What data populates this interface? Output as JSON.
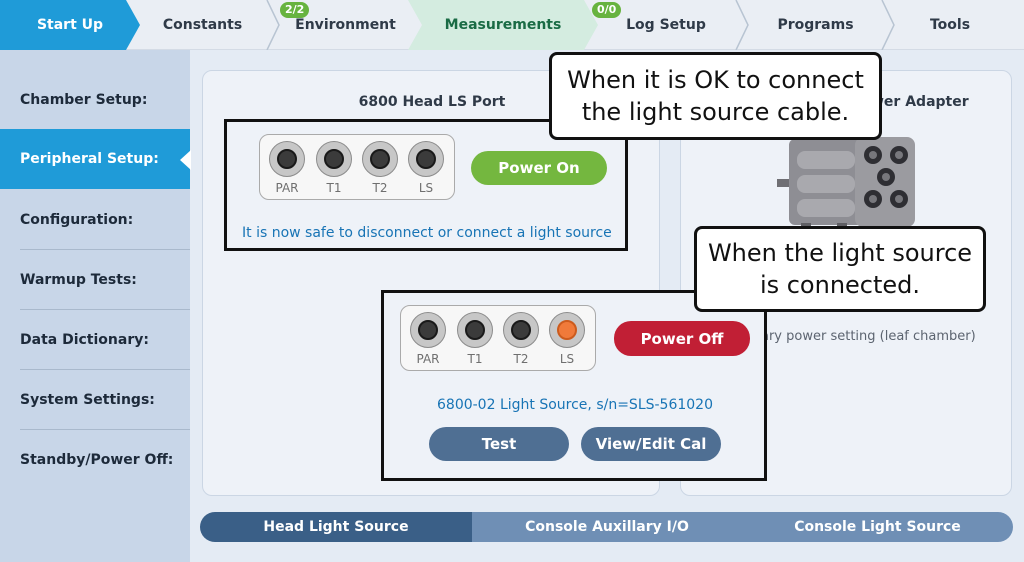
{
  "workflow": {
    "tabs": [
      {
        "label": "Start Up"
      },
      {
        "label": "Constants"
      },
      {
        "label": "Environment",
        "badge": "2/2"
      },
      {
        "label": "Measurements"
      },
      {
        "label": "Log Setup",
        "badge": "0/0"
      },
      {
        "label": "Programs"
      },
      {
        "label": "Tools"
      }
    ],
    "active": "Start Up"
  },
  "sidebar": {
    "items": [
      {
        "label": "Chamber Setup:"
      },
      {
        "label": "Peripheral Setup:"
      },
      {
        "label": "Configuration:"
      },
      {
        "label": "Warmup Tests:"
      },
      {
        "label": "Data Dictionary:"
      },
      {
        "label": "System Settings:"
      },
      {
        "label": "Standby/Power Off:"
      }
    ],
    "active": "Peripheral Setup:"
  },
  "left_panel": {
    "title": "6800 Head LS Port",
    "connector_top": {
      "ports": [
        "PAR",
        "T1",
        "T2",
        "LS"
      ],
      "button": "Power On",
      "message": "It is now safe to disconnect or connect a light source"
    },
    "connector_bottom": {
      "ports": [
        "PAR",
        "T1",
        "T2",
        "LS"
      ],
      "lit_port": "LS",
      "button": "Power Off",
      "device": "6800-02 Light Source, s/n=SLS-561020",
      "test_button": "Test",
      "cal_button": "View/Edit Cal"
    }
  },
  "right_panel": {
    "title_visible": "wer Adapter",
    "note_visible": "ary power setting (leaf chamber)"
  },
  "callouts": {
    "top": "When it is OK to connect the light source cable.",
    "middle": "When the light source is connected."
  },
  "bottom_tabs": {
    "items": [
      {
        "label": "Head Light Source"
      },
      {
        "label": "Console Auxillary I/O"
      },
      {
        "label": "Console Light Source"
      }
    ],
    "active": "Head Light Source"
  },
  "colors": {
    "accent_blue": "#1f9bd8",
    "power_on_green": "#74b73f",
    "power_off_red": "#c11f35",
    "badge_green": "#67b33f",
    "lit_port_orange": "#f07a3a",
    "link_blue": "#1874b5"
  }
}
